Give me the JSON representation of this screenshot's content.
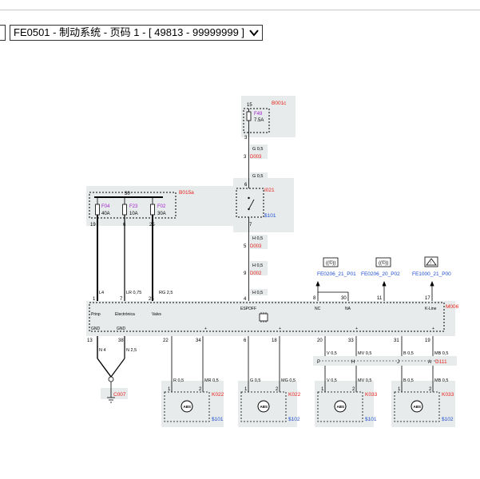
{
  "toolbar": {
    "left_button": ")",
    "page_selector": "FE0501 - 制动系统 - 页码 1 - [ 49813 - 99999999 ]"
  },
  "colors": {
    "red": "#e8211c",
    "blue": "#1f4fd1",
    "purple": "#a21fd1",
    "box_fill": "#e7ebeb"
  },
  "fuse_block_top": {
    "id": "B001c",
    "pin_top": "15",
    "fuse": "F49",
    "rating": "7.5A",
    "pin_out": "3"
  },
  "fuse_block_left": {
    "id": "B015a",
    "bus": "30",
    "fuses": [
      {
        "name": "F04",
        "rating": "40A",
        "pin": "19"
      },
      {
        "name": "F23",
        "rating": "10A",
        "pin": "6"
      },
      {
        "name": "F02",
        "rating": "30A",
        "pin": "25"
      }
    ]
  },
  "switch": {
    "id": "I021",
    "pin_in": "6",
    "pin_out": "7",
    "ref": "$101"
  },
  "wires": {
    "w1": "G 0,5",
    "c1": "D003",
    "c1_pin": "3",
    "w2": "G 0,5",
    "w3": "H 0,5",
    "c3": "D003",
    "c3_pin": "5",
    "w4": "H 0,5",
    "c4": "D002",
    "c4_pin": "9",
    "w5": "H 0,5",
    "l4": "L4",
    "lr": "LR 0,75",
    "rg": "RG 2,5",
    "n4": "N 4",
    "n25": "N 2,5",
    "r05": "R 0,5",
    "mr05": "MR 0,5",
    "g05b": "G 0,5",
    "mg05": "MG 0,5",
    "v05a": "V 0,5",
    "mv05a": "MV 0,5",
    "b05a": "B 0,5",
    "mb05a": "MB 0,5",
    "v05b": "V 0,5",
    "mv05b": "MV 0,5",
    "b05b": "B 0,5",
    "mb05b": "MB 0,5"
  },
  "refs": {
    "r1": "FE0206_21_P01",
    "r2": "FE0206_20_P02",
    "r3": "FE1000_21_P00"
  },
  "module": {
    "id": "M006",
    "top_pins": [
      "1",
      "7",
      "25",
      "4",
      "8",
      "30",
      "11",
      "17"
    ],
    "labels": [
      "Prinp",
      "Electrónica",
      "Valvs",
      "ESPOFF",
      "NC",
      "NA",
      "K-Line"
    ],
    "bottom_pins": [
      "13",
      "38",
      "22",
      "34",
      "6",
      "18",
      "20",
      "33",
      "31",
      "19"
    ],
    "gnd1": "GND",
    "gnd2": "GND",
    "plus": "+"
  },
  "connector": {
    "id": "D111",
    "pins": [
      "P",
      "H",
      "J",
      "A"
    ]
  },
  "ground": {
    "id": "C007"
  },
  "sensors": [
    {
      "id": "K022",
      "ref": "$101",
      "p1": "1",
      "p2": "2",
      "label": "ABS"
    },
    {
      "id": "K022",
      "ref": "$102",
      "p1": "1",
      "p2": "2",
      "label": "ABS"
    },
    {
      "id": "K033",
      "ref": "$101",
      "p1": "1",
      "p2": "2",
      "label": "ABS"
    },
    {
      "id": "K033",
      "ref": "$102",
      "p1": "1",
      "p2": "2",
      "label": "ABS"
    }
  ]
}
